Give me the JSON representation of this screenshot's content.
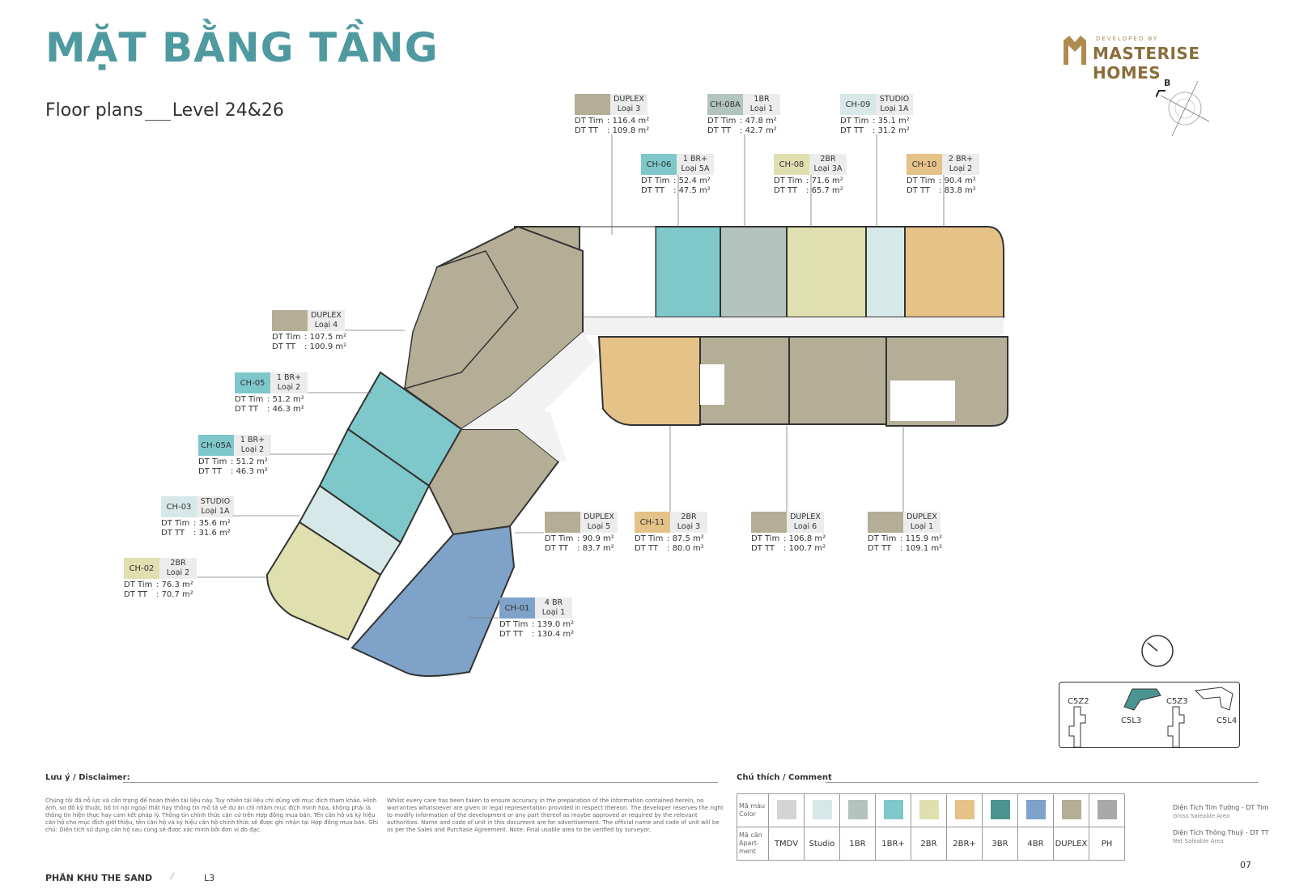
{
  "header": {
    "title": "MẶT BẰNG TẦNG",
    "subtitle_en": "Floor plans",
    "subtitle_level": "Level 24&26"
  },
  "logo": {
    "developed_by": "DEVELOPED BY",
    "brand": "MASTERISE HOMES"
  },
  "compass": {
    "label": "B"
  },
  "labels": [
    {
      "id": "d3",
      "code": "",
      "type": "DUPLEX",
      "loai": "Loại 3",
      "tim": "116.4 m²",
      "tt": "109.8 m²",
      "color": "#b4ae96"
    },
    {
      "id": "ch08a",
      "code": "CH-08A",
      "type": "1BR",
      "loai": "Loại 1",
      "tim": "47.8 m²",
      "tt": "42.7 m²",
      "color": "#b3c3bd"
    },
    {
      "id": "ch09",
      "code": "CH-09",
      "type": "STUDIO",
      "loai": "Loại 1A",
      "tim": "35.1 m²",
      "tt": "31.2 m²",
      "color": "#d6e9e8"
    },
    {
      "id": "ch06",
      "code": "CH-06",
      "type": "1 BR+",
      "loai": "Loại 5A",
      "tim": "52.4 m²",
      "tt": "47.5 m²",
      "color": "#7ec8cc"
    },
    {
      "id": "ch08",
      "code": "CH-08",
      "type": "2BR",
      "loai": "Loại 3A",
      "tim": "71.6 m²",
      "tt": "65.7 m²",
      "color": "#dfdfb0"
    },
    {
      "id": "ch10",
      "code": "CH-10",
      "type": "2 BR+",
      "loai": "Loại 2",
      "tim": "90.4 m²",
      "tt": "83.8 m²",
      "color": "#e4c288"
    },
    {
      "id": "d4",
      "code": "",
      "type": "DUPLEX",
      "loai": "Loại 4",
      "tim": "107.5 m²",
      "tt": "100.9 m²",
      "color": "#b4ae96"
    },
    {
      "id": "ch05",
      "code": "CH-05",
      "type": "1 BR+",
      "loai": "Loại 2",
      "tim": "51.2 m²",
      "tt": "46.3 m²",
      "color": "#7ec8cc"
    },
    {
      "id": "ch05a",
      "code": "CH-05A",
      "type": "1 BR+",
      "loai": "Loại 2",
      "tim": "51.2 m²",
      "tt": "46.3 m²",
      "color": "#7ec8cc"
    },
    {
      "id": "ch03",
      "code": "CH-03",
      "type": "STUDIO",
      "loai": "Loại 1A",
      "tim": "35.6 m²",
      "tt": "31.6 m²",
      "color": "#d6e9e8"
    },
    {
      "id": "ch02",
      "code": "CH-02",
      "type": "2BR",
      "loai": "Loại 2",
      "tim": "76.3 m²",
      "tt": "70.7 m²",
      "color": "#dfdfb0"
    },
    {
      "id": "d5",
      "code": "",
      "type": "DUPLEX",
      "loai": "Loại 5",
      "tim": "90.9 m²",
      "tt": "83.7 m²",
      "color": "#b4ae96"
    },
    {
      "id": "ch11",
      "code": "CH-11",
      "type": "2BR",
      "loai": "Loại 3",
      "tim": "87.5 m²",
      "tt": "80.0 m²",
      "color": "#e4c288"
    },
    {
      "id": "d6",
      "code": "",
      "type": "DUPLEX",
      "loai": "Loại 6",
      "tim": "106.8 m²",
      "tt": "100.7 m²",
      "color": "#b4ae96"
    },
    {
      "id": "d1",
      "code": "",
      "type": "DUPLEX",
      "loai": "Loại 1",
      "tim": "115.9 m²",
      "tt": "109.1 m²",
      "color": "#b4ae96"
    },
    {
      "id": "ch01",
      "code": "CH-01",
      "type": "4 BR",
      "loai": "Loại 1",
      "tim": "139.0 m²",
      "tt": "130.4 m²",
      "color": "#7ea2c8"
    }
  ],
  "area_keys": {
    "tim": "DT Tim",
    "tt": "DT TT"
  },
  "mini_map": {
    "l1": "C5Z2",
    "l2": "C5L3",
    "l3": "C5Z3",
    "l4": "C5L4"
  },
  "disclaimer": {
    "heading": "Lưu ý / Disclaimer:",
    "vi": "Chúng tôi đã nỗ lực và cẩn trọng để hoàn thiện tài liệu này. Tuy nhiên tài liệu chỉ dùng với mục đích tham khảo. Hình ảnh, sơ đồ kỹ thuật, bố trí nội ngoại thất hay thông tin mô tả về dự án chỉ nhằm mục đích minh họa, không phải là thông tin hiện thực hay cam kết pháp lý. Thông tin chính thức căn cứ trên Hợp đồng mua bán. Tên căn hộ và ký hiệu căn hộ cho mục đích giới thiệu, tên căn hộ và ký hiệu căn hộ chính thức sẽ được ghi nhận tại Hợp đồng mua bán. Ghi chú: Diện tích sử dụng căn hộ sau cùng sẽ được xác minh bởi đơn vị đo đạc.",
    "en": "Whilst every care has been taken to ensure accuracy in the preparation of the information contained herein, no warranties whatsoever are given or legal representation provided in respect thereon. The developer reserves the right to modify information of the development or any part thereof as maybe approved or required by the relevant authorities. Name and code of unit in this document are for advertisement. The official name and code of unit will be as per the Sales and Purchase Agreement. Note: Final usable area to be verified by surveyor."
  },
  "footer": {
    "zone": "PHÂN KHU THE SAND",
    "slash": "⁄",
    "block": "L3",
    "page": "07"
  },
  "legend": {
    "heading": "Chú thích / Comment",
    "row1_label": "Mã màu",
    "row1_sub": "Color",
    "row2_label": "Mã căn",
    "row2_sub": "Apart-ment",
    "items": [
      {
        "name": "TMDV",
        "color": "#d4d4d4"
      },
      {
        "name": "Studio",
        "color": "#d6e9e8"
      },
      {
        "name": "1BR",
        "color": "#b3c3bd"
      },
      {
        "name": "1BR+",
        "color": "#7ec8cc"
      },
      {
        "name": "2BR",
        "color": "#dfdfb0"
      },
      {
        "name": "2BR+",
        "color": "#e4c288"
      },
      {
        "name": "3BR",
        "color": "#4a9591"
      },
      {
        "name": "4BR",
        "color": "#7ea2c8"
      },
      {
        "name": "DUPLEX",
        "color": "#b4ae96"
      },
      {
        "name": "PH",
        "color": "#a9a9a9"
      }
    ],
    "note1": "Diện Tích Tim Tường - DT Tim",
    "note1_sub": "Gross Saleable Area",
    "note2": "Diện Tích Thông Thuỷ - DT TT",
    "note2_sub": "Net Saleable Area"
  }
}
